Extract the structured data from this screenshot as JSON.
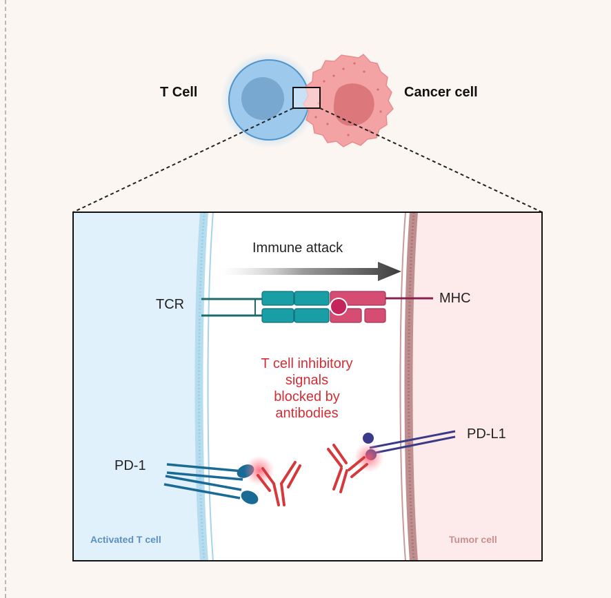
{
  "top": {
    "t_cell_label": "T Cell",
    "cancer_cell_label": "Cancer cell"
  },
  "zoom": {
    "arrow_label": "Immune attack",
    "tcr_label": "TCR",
    "mhc_label": "MHC",
    "inhibitory_text": [
      "T cell inhibitory",
      "signals",
      "blocked by",
      "antibodies"
    ],
    "pd1_label": "PD-1",
    "pdl1_label": "PD-L1",
    "activated_t_cell_label": "Activated T cell",
    "tumor_cell_label": "Tumor cell"
  },
  "colors": {
    "t_cell_blue": "#9cc8ea",
    "cancer_pink": "#f2a0a2",
    "tcr_teal": "#169ca4",
    "mhc_pink": "#d24b73",
    "pd1_blue": "#17658f",
    "pdl1_purple": "#3b3a86",
    "antibody_red": "#d6363a",
    "inhibitory_text_red": "#d42d35"
  }
}
